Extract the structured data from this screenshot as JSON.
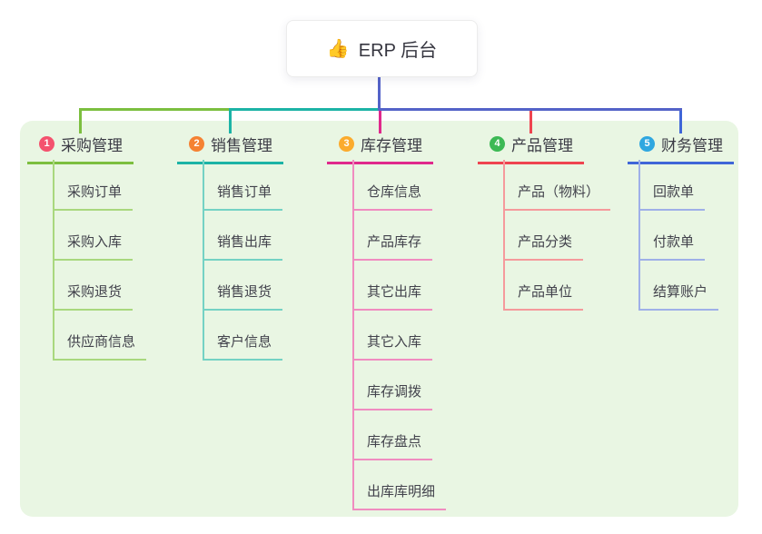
{
  "root": {
    "emoji": "👍",
    "emoji_name": "thumbs-up-icon",
    "label": "ERP 后台"
  },
  "colors": {
    "page_background": "#ffffff",
    "panel_background": "#e9f6e3",
    "trunk_line": "#5463c8",
    "text_dark": "#3b3b45"
  },
  "branches": [
    {
      "badge": "1",
      "badge_color": "#f4526e",
      "label": "采购管理",
      "line_color": "#7cbf3f",
      "child_line_color": "#a9d87e",
      "children": [
        "采购订单",
        "采购入库",
        "采购退货",
        "供应商信息"
      ]
    },
    {
      "badge": "2",
      "badge_color": "#f58233",
      "label": "销售管理",
      "line_color": "#1cb3a6",
      "child_line_color": "#74d2c4",
      "children": [
        "销售订单",
        "销售出库",
        "销售退货",
        "客户信息"
      ]
    },
    {
      "badge": "3",
      "badge_color": "#fbab2d",
      "label": "库存管理",
      "line_color": "#e0298c",
      "child_line_color": "#f08cc0",
      "children": [
        "仓库信息",
        "产品库存",
        "其它出库",
        "其它入库",
        "库存调拨",
        "库存盘点",
        "出库库明细"
      ]
    },
    {
      "badge": "4",
      "badge_color": "#3cb954",
      "label": "产品管理",
      "line_color": "#ef4450",
      "child_line_color": "#f59a9c",
      "children": [
        "产品（物料）",
        "产品分类",
        "产品单位"
      ]
    },
    {
      "badge": "5",
      "badge_color": "#2fa7e0",
      "label": "财务管理",
      "line_color": "#3f66d8",
      "child_line_color": "#9fb0e8",
      "children": [
        "回款单",
        "付款单",
        "结算账户"
      ]
    }
  ]
}
